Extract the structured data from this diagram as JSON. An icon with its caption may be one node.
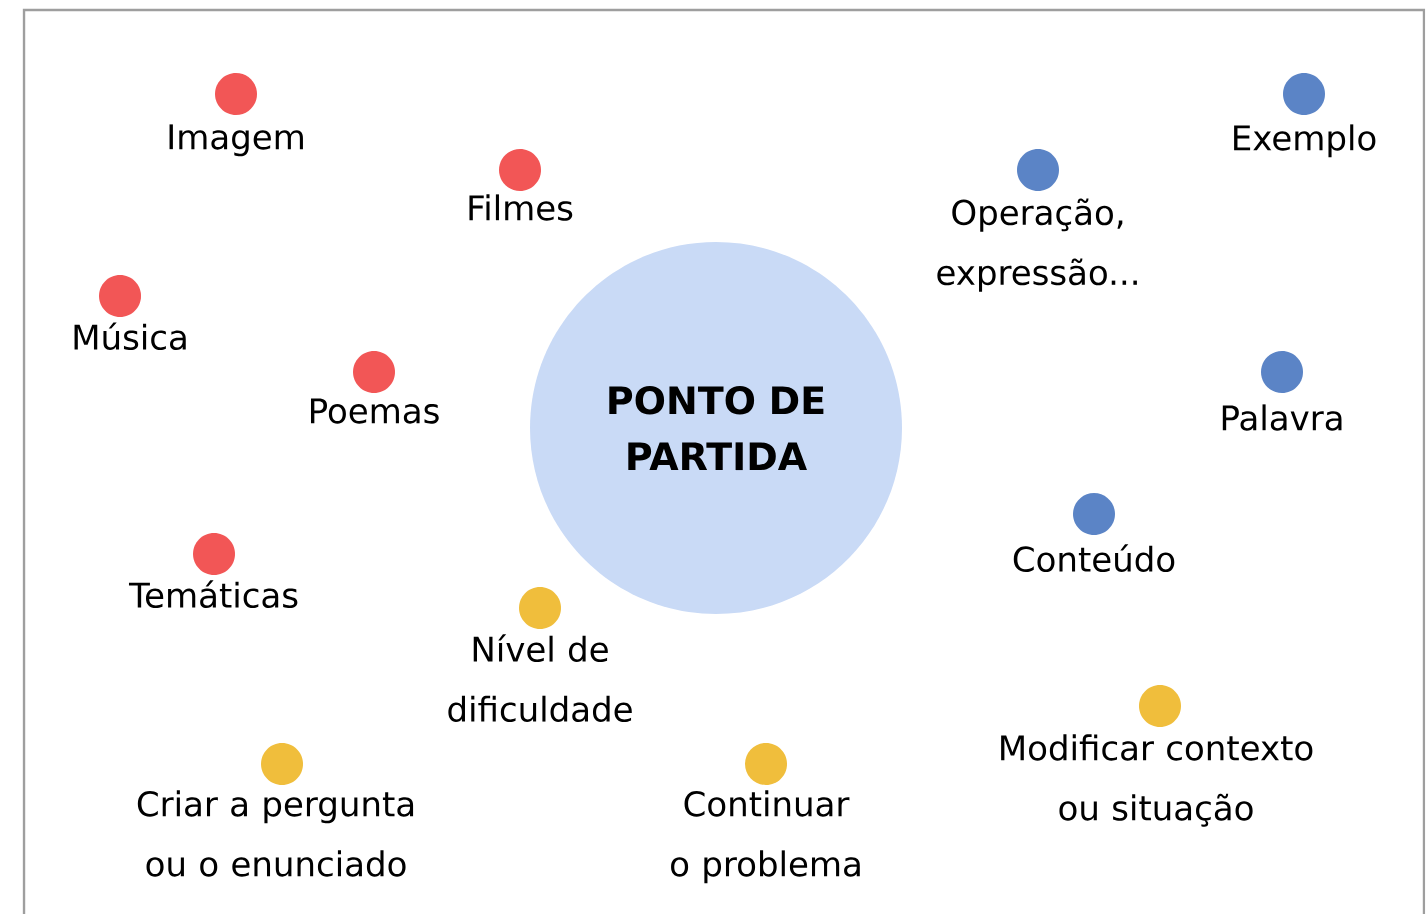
{
  "diagram": {
    "nodes": [
      {
        "text": [],
        "shape": "circle",
        "beside": [
          "Imagem"
        ]
      },
      {
        "text": [],
        "shape": "circle",
        "beside": [
          "Exemplo"
        ]
      },
      {
        "text": [],
        "shape": "circle",
        "beside": [
          "Filmes"
        ]
      },
      {
        "text": [],
        "shape": "circle",
        "beside": [
          "Operação, expressão..."
        ]
      },
      {
        "text": [],
        "shape": "circle",
        "beside": [
          "Música"
        ]
      },
      {
        "text": [
          "PONTO DE PARTIDA"
        ]
      },
      {
        "text": [],
        "shape": "circle",
        "beside": [
          "Poemas"
        ]
      },
      {
        "text": [],
        "shape": "circle",
        "beside": [
          "Palavra"
        ]
      },
      {
        "text": [],
        "shape": "circle",
        "beside": [
          "Conteúdo"
        ]
      },
      {
        "text": [],
        "shape": "circle",
        "beside": [
          "Temáticas"
        ]
      },
      {
        "text": [],
        "shape": "circle",
        "beside": [
          "Nível de dificuldade"
        ]
      },
      {
        "text": [],
        "shape": "circle",
        "beside": [
          "Modificar contexto ou situação"
        ]
      },
      {
        "text": [],
        "shape": "circle",
        "beside": [
          "Criar a pergunta ou o enunciado"
        ]
      },
      {
        "text": [],
        "shape": "circle",
        "beside": [
          "Continuar o problema"
        ]
      }
    ]
  }
}
